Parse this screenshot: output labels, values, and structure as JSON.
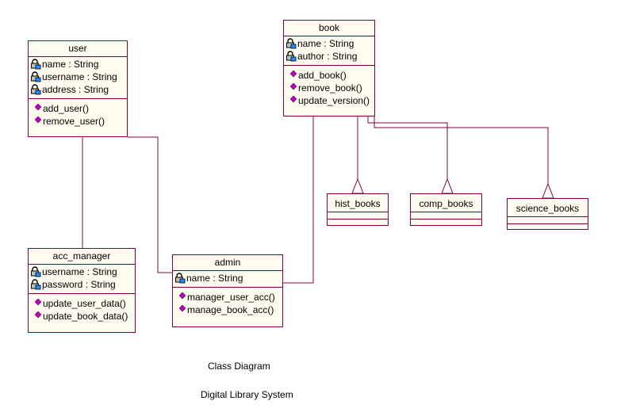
{
  "diagram_title": "Class Diagram",
  "diagram_subtitle": "Digital Library System",
  "colors": {
    "border": "#800040",
    "fill": "#fffbef",
    "line": "#800040",
    "op_icon": "#c000c0",
    "attr_icon": "#1e90ff"
  },
  "icons": {
    "attribute": "private-attribute-icon",
    "operation": "public-operation-icon"
  },
  "classes": {
    "user": {
      "name": "user",
      "attributes": [
        "name : String",
        "username : String",
        "address : String"
      ],
      "operations": [
        "add_user()",
        "remove_user()"
      ]
    },
    "book": {
      "name": "book",
      "attributes": [
        "name : String",
        "author : String"
      ],
      "operations": [
        "add_book()",
        "remove_book()",
        "update_version()"
      ]
    },
    "acc_manager": {
      "name": "acc_manager",
      "attributes": [
        "username : String",
        "password : String"
      ],
      "operations": [
        "update_user_data()",
        "update_book_data()"
      ]
    },
    "admin": {
      "name": "admin",
      "attributes": [
        "name : String"
      ],
      "operations": [
        "manager_user_acc()",
        "manage_book_acc()"
      ]
    },
    "hist_books": {
      "name": "hist_books"
    },
    "comp_books": {
      "name": "comp_books"
    },
    "science_books": {
      "name": "science_books"
    }
  },
  "relationships": [
    {
      "type": "association",
      "from": "user",
      "to": "acc_manager"
    },
    {
      "type": "association",
      "from": "user",
      "to": "admin"
    },
    {
      "type": "association",
      "from": "book",
      "to": "admin"
    },
    {
      "type": "generalization",
      "from": "hist_books",
      "to": "book"
    },
    {
      "type": "generalization",
      "from": "comp_books",
      "to": "book"
    },
    {
      "type": "generalization",
      "from": "science_books",
      "to": "book"
    }
  ]
}
